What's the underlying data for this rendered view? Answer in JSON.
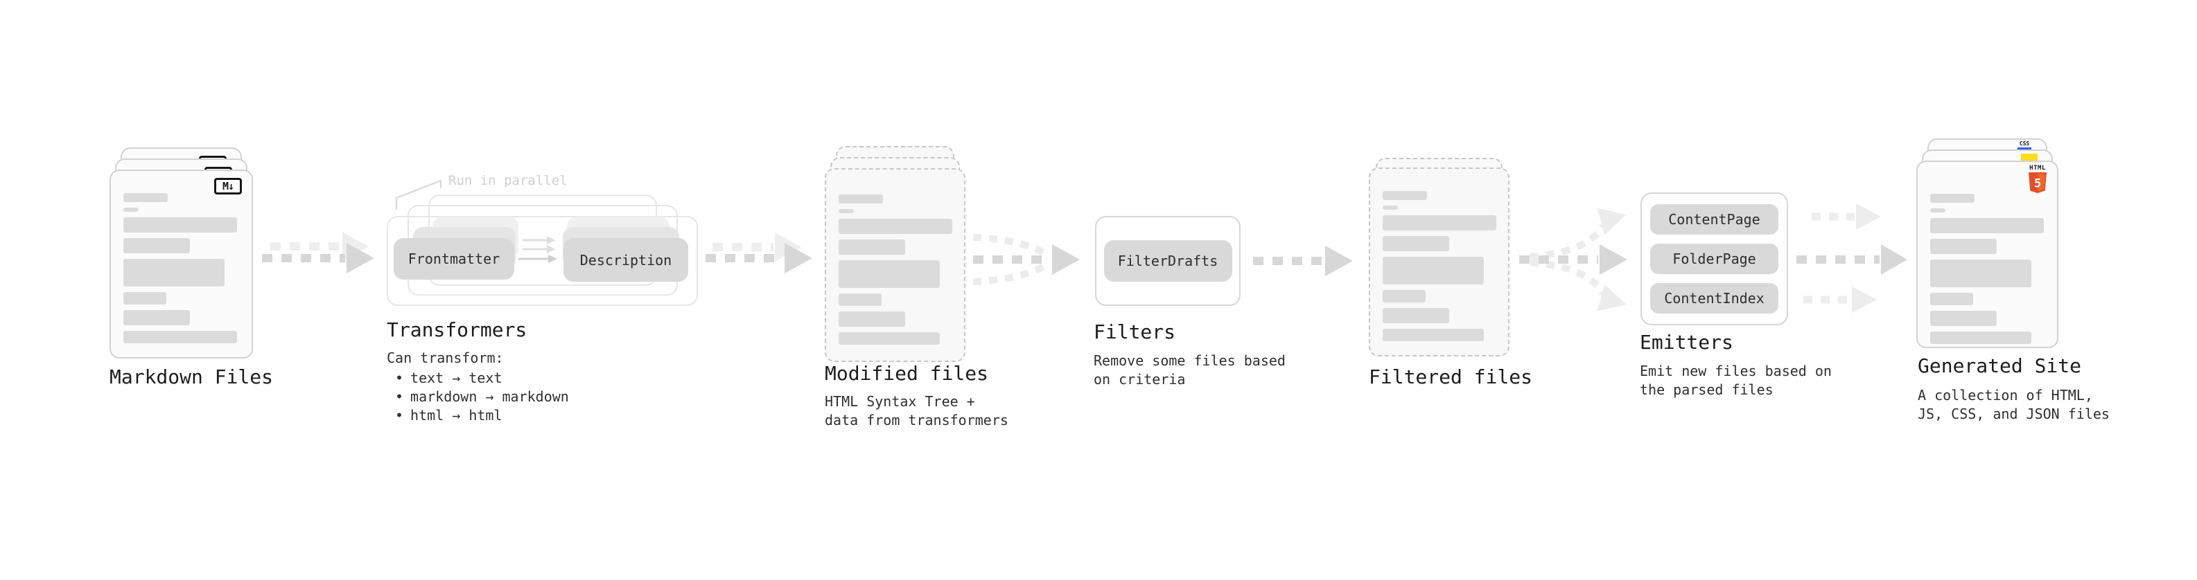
{
  "stages": {
    "markdown_files": {
      "label": "Markdown Files",
      "file_badge": "M↓"
    },
    "transformers": {
      "label": "Transformers",
      "note": "Run in parallel",
      "pills": [
        "Frontmatter",
        "Description"
      ],
      "desc_title": "Can transform:",
      "bullets": [
        "text → text",
        "markdown → markdown",
        "html → html"
      ]
    },
    "modified_files": {
      "label": "Modified files",
      "desc": "HTML Syntax Tree +\ndata from transformers"
    },
    "filters": {
      "label": "Filters",
      "pills": [
        "FilterDrafts"
      ],
      "desc": "Remove some files based\non criteria"
    },
    "filtered_files": {
      "label": "Filtered files"
    },
    "emitters": {
      "label": "Emitters",
      "pills": [
        "ContentPage",
        "FolderPage",
        "ContentIndex"
      ],
      "desc": "Emit new files based on\nthe parsed files"
    },
    "generated_site": {
      "label": "Generated Site",
      "desc": "A collection of HTML,\nJS, CSS, and JSON files",
      "badges": {
        "html_label": "HTML",
        "html_number": "5",
        "css_label": "CSS"
      }
    }
  },
  "colors": {
    "html5_orange": "#e44d26",
    "html5_orange_light": "#f16529",
    "js_yellow": "#f7df1e",
    "css_blue": "#2862f0",
    "arrow_gray": "#d7d7d7",
    "arrow_light_gray": "#ececec",
    "pill_gray": "#d9d9d9",
    "note_gray": "#cfcfcf"
  }
}
